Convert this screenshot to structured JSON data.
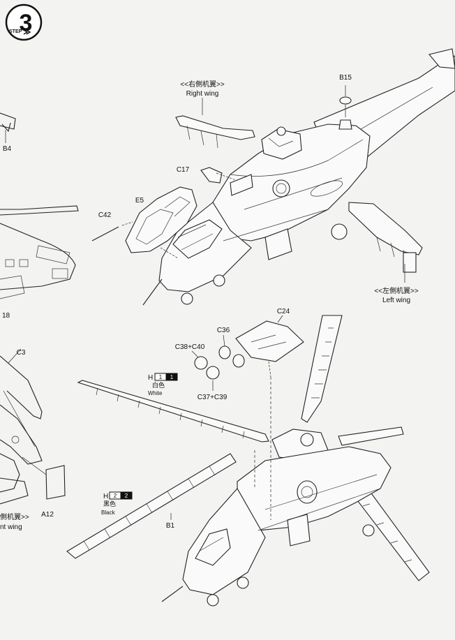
{
  "step": {
    "number": "3",
    "label": "STEP"
  },
  "wings": {
    "right_cn": "<<右側机翼>>",
    "right_en": "Right wing",
    "left_cn": "<<左側机翼>>",
    "left_en": "Left wing",
    "edge_cn": "側机翼>>",
    "edge_en": "nt wing"
  },
  "parts": {
    "b15": "B15",
    "b4": "B4",
    "c17": "C17",
    "e5": "E5",
    "c42": "C42",
    "c24": "C24",
    "c36": "C36",
    "c38_c40": "C38+C40",
    "c37_c39": "C37+C39",
    "c3": "C3",
    "a12": "A12",
    "b1": "B1",
    "edge_18": "18"
  },
  "paint": [
    {
      "code": "H",
      "num": "1",
      "cn": "白色",
      "en": "White",
      "swatch": "#ffffff"
    },
    {
      "code": "H",
      "num": "2",
      "cn": "黑色",
      "en": "Black",
      "swatch": "#111111"
    }
  ]
}
